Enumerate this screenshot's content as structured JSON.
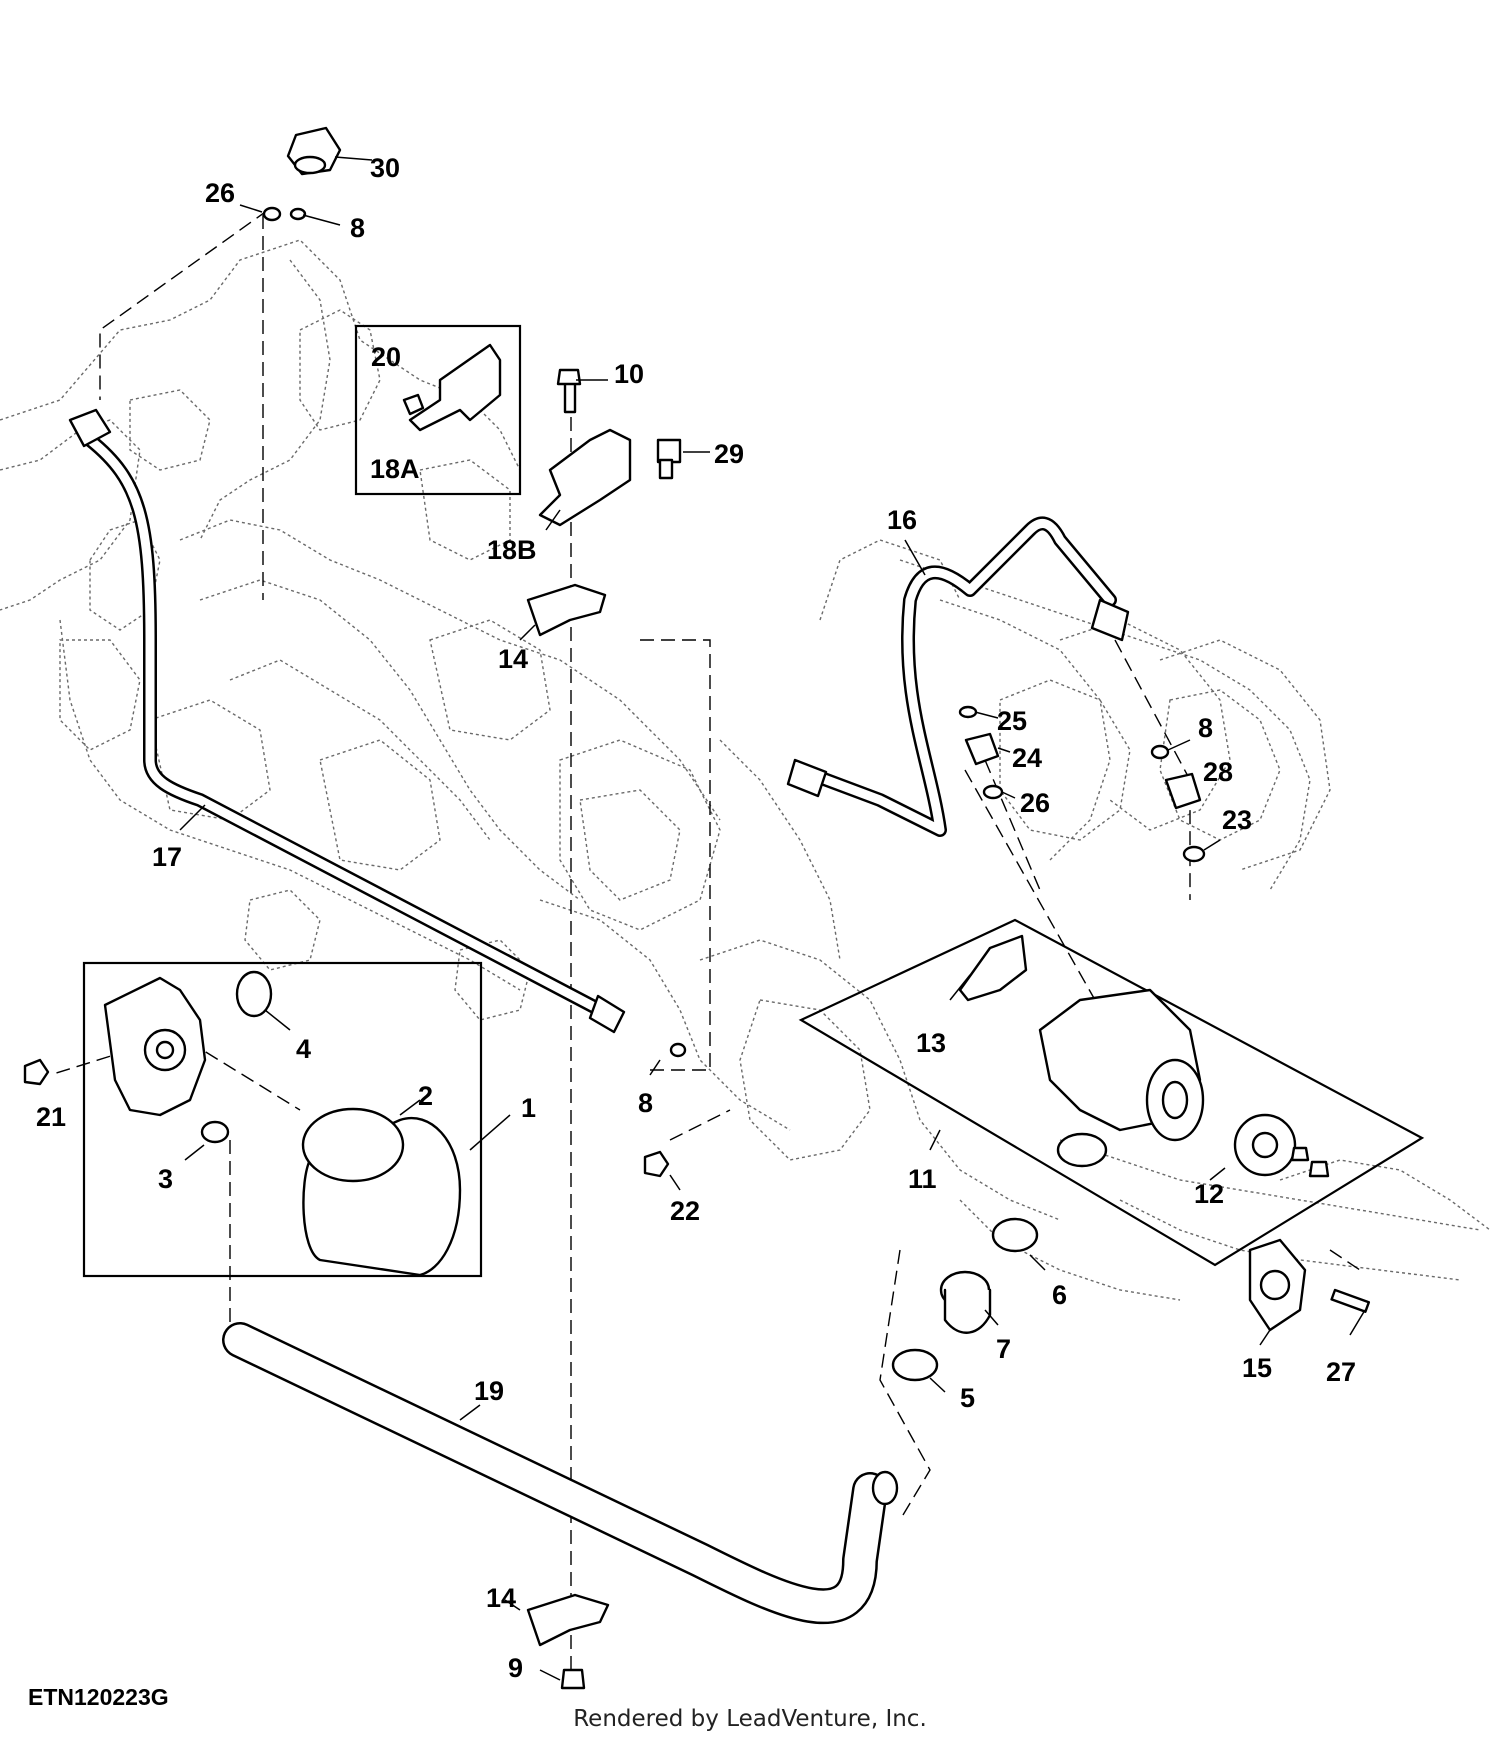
{
  "callouts": {
    "c30": "30",
    "c26a": "26",
    "c8a": "8",
    "c20": "20",
    "c18a": "18A",
    "c10": "10",
    "c29": "29",
    "c18b": "18B",
    "c14a": "14",
    "c16": "16",
    "c25": "25",
    "c24": "24",
    "c26b": "26",
    "c8b": "8",
    "c28": "28",
    "c23": "23",
    "c17": "17",
    "c4": "4",
    "c21": "21",
    "c2": "2",
    "c1": "1",
    "c3": "3",
    "c8c": "8",
    "c22": "22",
    "c13": "13",
    "c11": "11",
    "c12": "12",
    "c6": "6",
    "c7": "7",
    "c5": "5",
    "c15": "15",
    "c27": "27",
    "c19": "19",
    "c14b": "14",
    "c9": "9"
  },
  "figure_code": "ETN120223G",
  "render_credit": "Rendered by LeadVenture, Inc."
}
